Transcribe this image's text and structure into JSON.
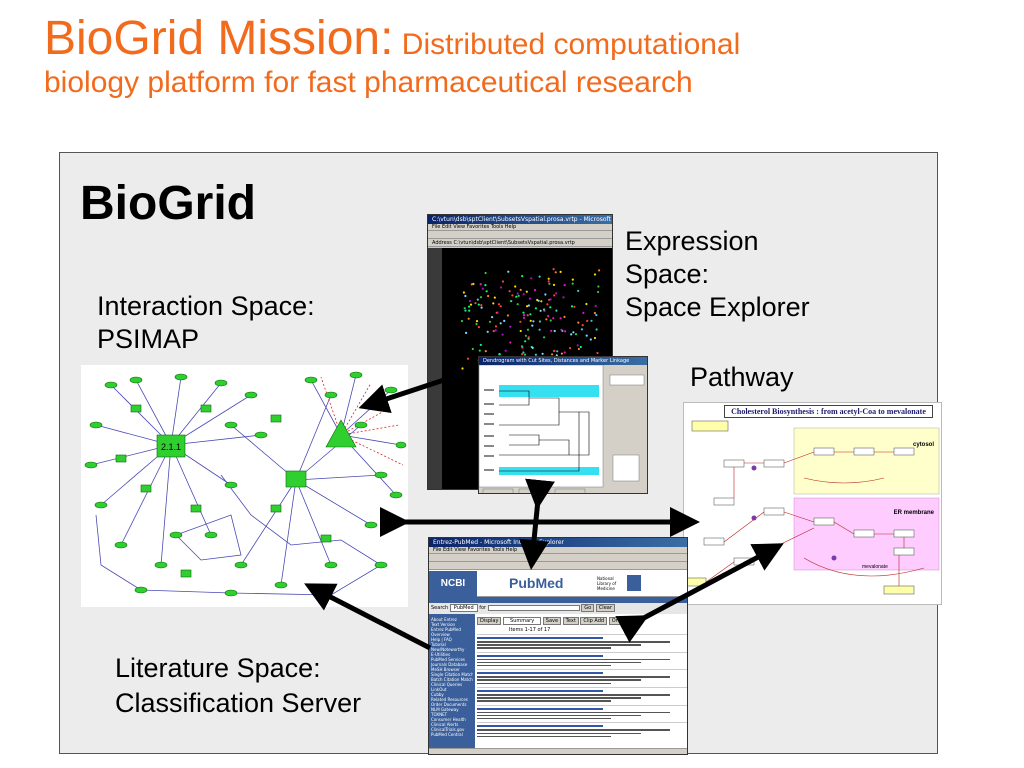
{
  "slide": {
    "title_main": "BioGrid Mission:",
    "title_sub_line1": " Distributed computational",
    "title_sub_line2": "biology platform for fast pharmaceutical research"
  },
  "panel": {
    "heading": "BioGrid",
    "interaction": {
      "line1": "Interaction Space:",
      "line2": "PSIMAP"
    },
    "expression": {
      "line1": "Expression",
      "line2": "Space:",
      "line3": "Space Explorer"
    },
    "pathway": {
      "label": "Pathway"
    },
    "literature": {
      "line1": "Literature Space:",
      "line2": "Classification Server"
    }
  },
  "screenshots": {
    "psimap": {
      "hub_label": "2.1.1"
    },
    "expression": {
      "window_title": "C:\\vtun\\dsb\\sptClient\\SubsetsVspatial.prosa.vrtp - Microsoft Internet",
      "menu": "File  Edit  View  Favorites  Tools  Help",
      "address": "Address  C:\\vtun\\dsb\\sptClient\\SubsetsVspatial.prosa.vrtp"
    },
    "dendrogram": {
      "window_title": "Dendrogram with Cut Sites, Distances and Marker Linkage"
    },
    "pathway": {
      "title": "Cholesterol Biosynthesis : from acetyl-Coa to mevalonate",
      "region_cytosol": "cytosol",
      "region_er": "ER membrane",
      "product": "mevalonate"
    },
    "pubmed": {
      "window_title": "Entrez-PubMed - Microsoft Internet Explorer",
      "menu": "File  Edit  View  Favorites  Tools  Help",
      "brand_ncbi": "NCBI",
      "brand_pubmed": "PubMed",
      "library": "National Library of Medicine",
      "search_label": "Search",
      "search_db": "PubMed",
      "search_for": "for",
      "go_button": "Go",
      "clear_button": "Clear",
      "display_label": "Display",
      "display_option": "Summary",
      "save_button": "Save",
      "text_button": "Text",
      "add_button": "Clip Add",
      "order_button": "Order",
      "items_text": "Items 1-17 of 17",
      "sidebar": [
        "About Entrez",
        "Text Version",
        "Entrez PubMed",
        "Overview",
        "Help | FAQ",
        "Tutorial",
        "New/Noteworthy",
        "E-Utilities",
        "PubMed Services",
        "Journals Database",
        "MeSH Browser",
        "Single Citation Matcher",
        "Batch Citation Matcher",
        "Clinical Queries",
        "LinkOut",
        "Cubby",
        "Related Resources",
        "Order Documents",
        "NLM Gateway",
        "TOXNET",
        "Consumer Health",
        "Clinical Alerts",
        "ClinicalTrials.gov",
        "PubMed Central"
      ]
    }
  }
}
